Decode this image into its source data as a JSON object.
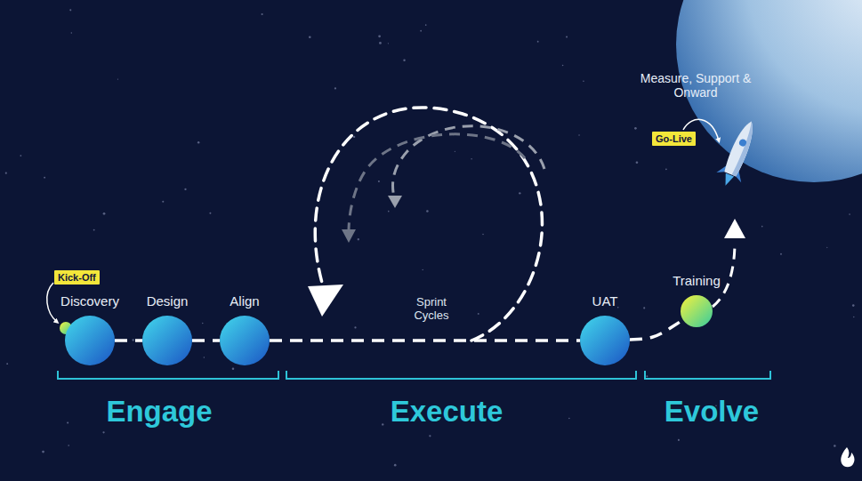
{
  "diagram": {
    "nodes": [
      {
        "text": [
          "Kick-Off"
        ]
      },
      {
        "text": [
          "Discovery"
        ]
      },
      {
        "text": [
          "Design"
        ]
      },
      {
        "text": [
          "Align"
        ]
      },
      {
        "text": [
          "UAT"
        ]
      },
      {
        "text": [
          "Training"
        ]
      },
      {
        "text": [
          "Go-Live"
        ]
      }
    ],
    "edges": [
      {
        "from": 1,
        "to": 2,
        "arrow": "none"
      },
      {
        "from": 2,
        "to": 3,
        "arrow": "none"
      },
      {
        "from": 3,
        "to": 4,
        "arrow": "none"
      },
      {
        "from": 4,
        "to": 5,
        "arrow": "none"
      }
    ],
    "labels": [
      "Sprint Cycles",
      "Measure, Support & Onward",
      "Engage",
      "Execute",
      "Evolve"
    ]
  }
}
